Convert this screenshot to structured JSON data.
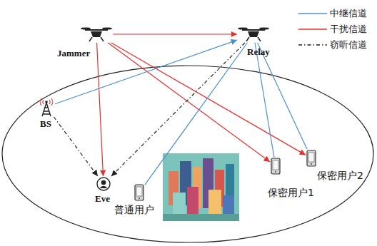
{
  "diagram": {
    "nodes": [
      {
        "text": [
          "Jammer"
        ]
      },
      {
        "text": [
          "Relay"
        ]
      },
      {
        "text": [
          "BS"
        ]
      },
      {
        "text": [
          "Eve"
        ]
      },
      {
        "text": [
          "普通用户"
        ]
      },
      {
        "text": [
          "保密用户1"
        ]
      },
      {
        "text": [
          "保密用户2"
        ]
      }
    ],
    "edges": [
      {
        "from": 0,
        "to": 1,
        "arrow": "to"
      },
      {
        "from": 0,
        "to": 3,
        "arrow": "to"
      },
      {
        "from": 0,
        "to": 5,
        "arrow": "to"
      },
      {
        "from": 0,
        "to": 6,
        "arrow": "to"
      },
      {
        "from": 2,
        "to": 1,
        "arrow": "to"
      },
      {
        "from": 1,
        "to": 4,
        "arrow": "none"
      },
      {
        "from": 1,
        "to": 5,
        "arrow": "none"
      },
      {
        "from": 1,
        "to": 6,
        "arrow": "none"
      },
      {
        "from": 2,
        "to": 3,
        "arrow": "to"
      },
      {
        "from": 1,
        "to": 3,
        "arrow": "to"
      }
    ],
    "legend": [
      {
        "text": "中继信道"
      },
      {
        "text": "干扰信道"
      },
      {
        "text": "窃听信道"
      }
    ]
  }
}
